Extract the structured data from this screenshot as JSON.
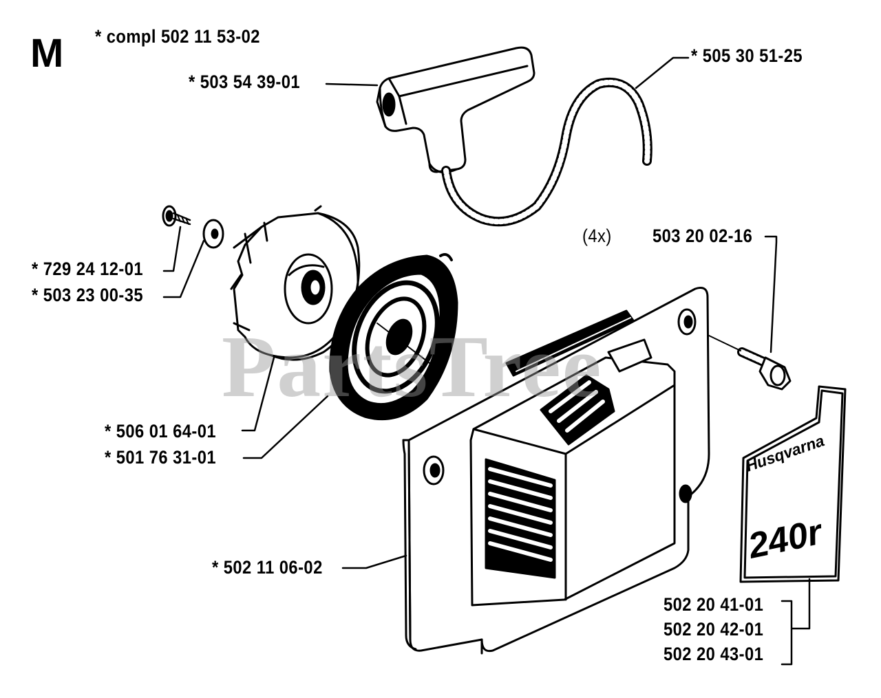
{
  "diagram": {
    "section_letter": "M",
    "watermark": "PartsTree",
    "labels": {
      "kit": "*  compl 502 11 53-02",
      "handle": "*  503 54 39-01",
      "rope": "*  505 30 51-25",
      "qty": "(4x)",
      "screw": "503 20 02-16",
      "pawl_screw": "*  729 24 12-01",
      "washer": "*  503 23 00-35",
      "pulley": "*  506 01 64-01",
      "spring": "*  501 76 31-01",
      "housing": "*  502 11 06-02",
      "decal_1": "502 20 41-01",
      "decal_2": "502 20 42-01",
      "decal_3": "502 20 43-01"
    },
    "decal": {
      "brand": "Husqvarna",
      "model": "240r"
    }
  }
}
